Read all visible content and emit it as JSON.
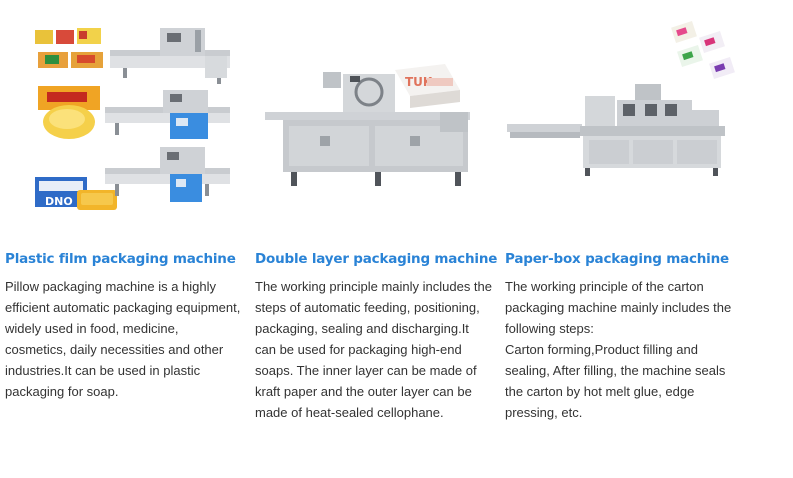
{
  "products": [
    {
      "title": "Plastic film packaging machine",
      "description": "Pillow packaging machine is a highly efficient automatic packaging equipment, widely used in food, medicine, cosmetics, daily necessities and other industries.It can be used in plastic packaging for soap.",
      "image_text": [
        "DNO"
      ]
    },
    {
      "title": "Double layer packaging machine",
      "description": "The working principle mainly includes the steps of automatic feeding, positioning, packaging, sealing and discharging.It can be used for packaging high-end soaps. The inner layer can be made of kraft paper and the outer layer can be made of heat-sealed cellophane.",
      "image_text": [
        "TUK"
      ]
    },
    {
      "title": "Paper-box packaging machine",
      "description_lines": [
        "The working principle of the carton packaging machine mainly includes the following steps:",
        "Carton forming,Product filling and sealing, After filling, the machine seals the carton by hot melt glue, edge pressing, etc."
      ]
    }
  ],
  "colors": {
    "title": "#2a83d6",
    "text": "#333333",
    "machine_body": "#cfd2d6",
    "machine_blue": "#3a8de0"
  }
}
